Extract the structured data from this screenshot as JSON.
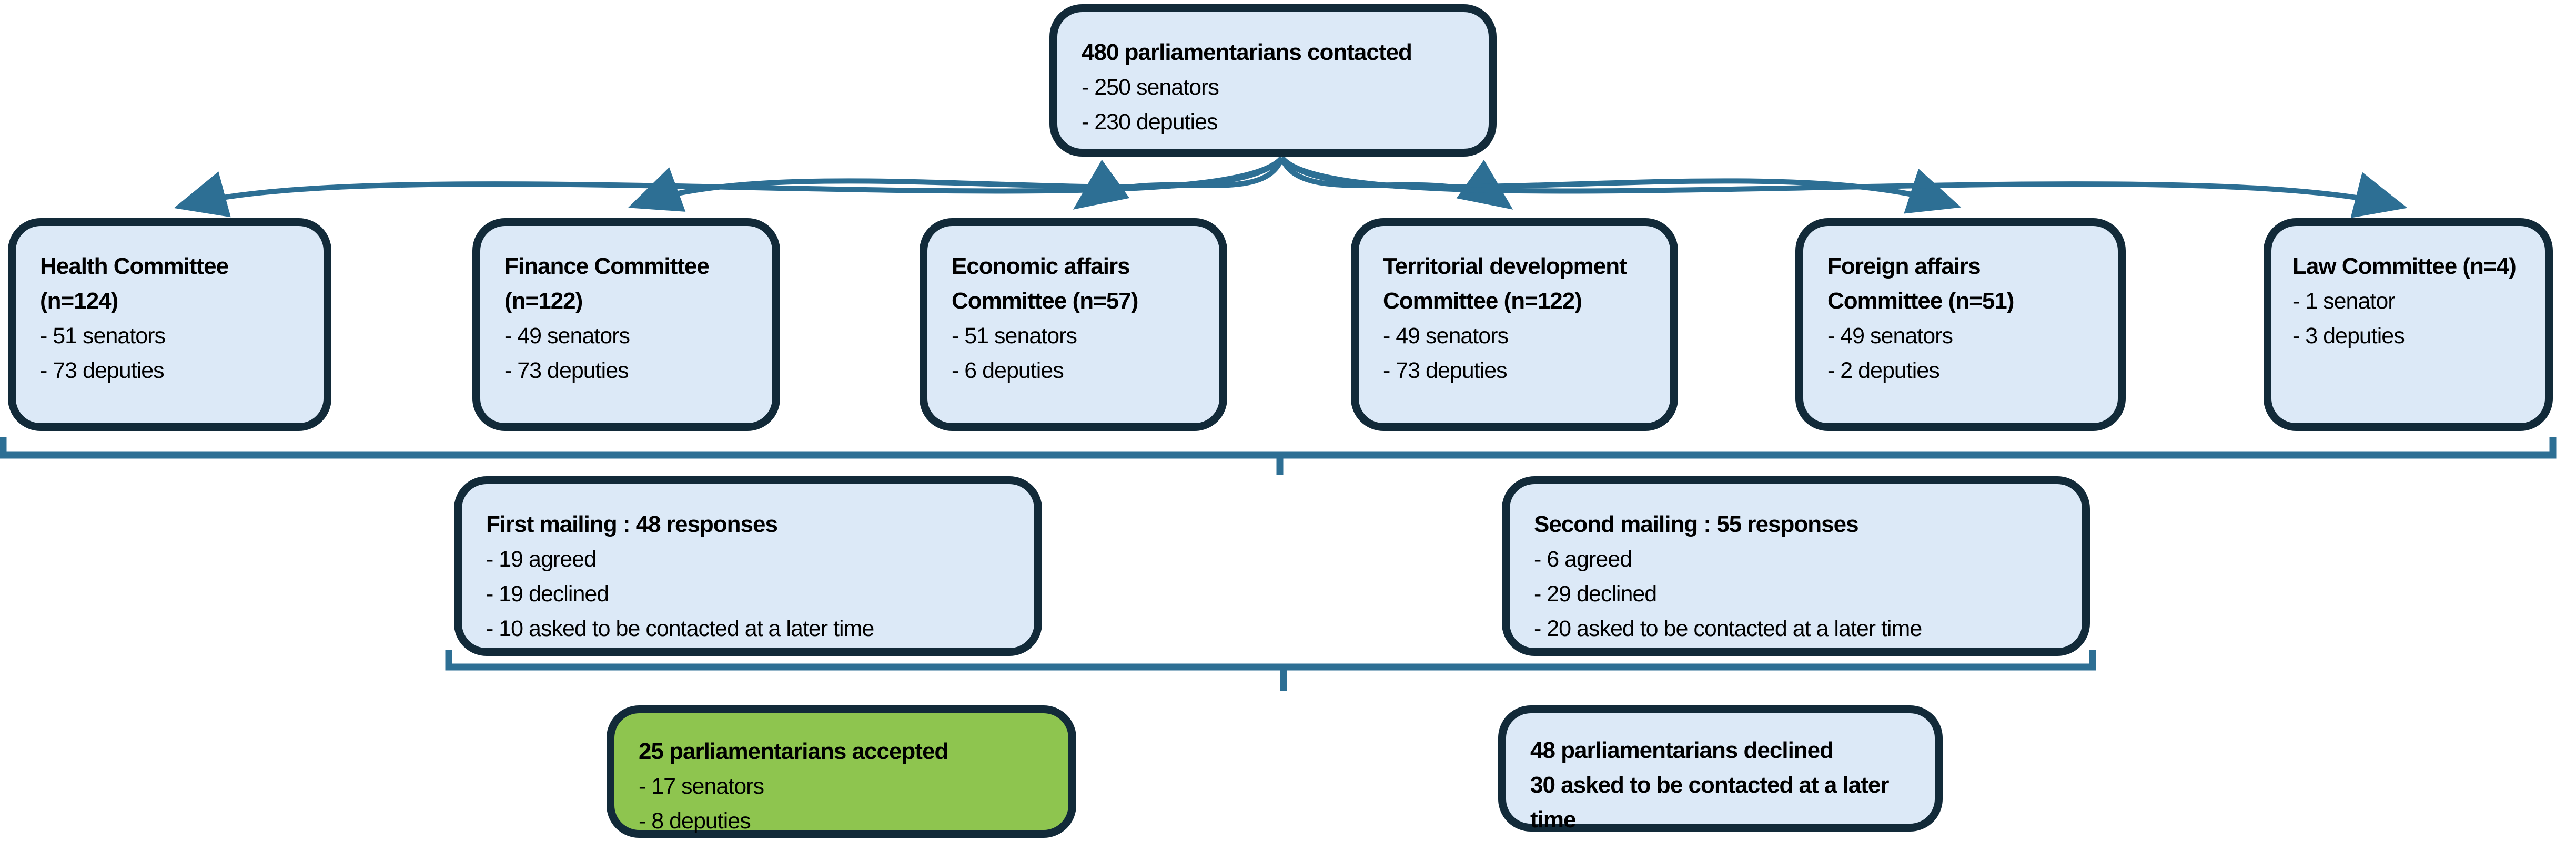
{
  "colors": {
    "box_fill": "#dce9f7",
    "box_border": "#122a39",
    "accepted_fill": "#8ec54f",
    "connector": "#2d6f94",
    "text": "#000000"
  },
  "root_box": {
    "title": "480 parliamentarians contacted",
    "items": [
      "- 250 senators",
      "- 230 deputies"
    ]
  },
  "committees": [
    {
      "title": "Health Committee (n=124)",
      "items": [
        "- 51 senators",
        "- 73 deputies"
      ]
    },
    {
      "title": "Finance Committee (n=122)",
      "items": [
        "- 49 senators",
        "- 73 deputies"
      ]
    },
    {
      "title": "Economic affairs Committee (n=57)",
      "items": [
        "- 51 senators",
        "- 6 deputies"
      ]
    },
    {
      "title": "Territorial development Committee (n=122)",
      "items": [
        "- 49 senators",
        "- 73 deputies"
      ]
    },
    {
      "title": "Foreign affairs Committee (n=51)",
      "items": [
        "- 49 senators",
        "- 2 deputies"
      ]
    },
    {
      "title": "Law Committee (n=4)",
      "items": [
        "- 1 senator",
        "- 3 deputies"
      ]
    }
  ],
  "mailings": [
    {
      "title": "First mailing : 48 responses",
      "items": [
        "- 19 agreed",
        "- 19 declined",
        "- 10 asked to be contacted at a later time"
      ]
    },
    {
      "title": "Second mailing : 55 responses",
      "items": [
        "- 6 agreed",
        "- 29 declined",
        "- 20 asked to be contacted at a later time"
      ]
    }
  ],
  "outcomes": {
    "accepted": {
      "title": "25 parliamentarians accepted",
      "items": [
        "- 17 senators",
        "- 8 deputies"
      ]
    },
    "declined": {
      "lines": [
        "48 parliamentarians declined",
        "30 asked to be contacted at a later time"
      ]
    }
  }
}
